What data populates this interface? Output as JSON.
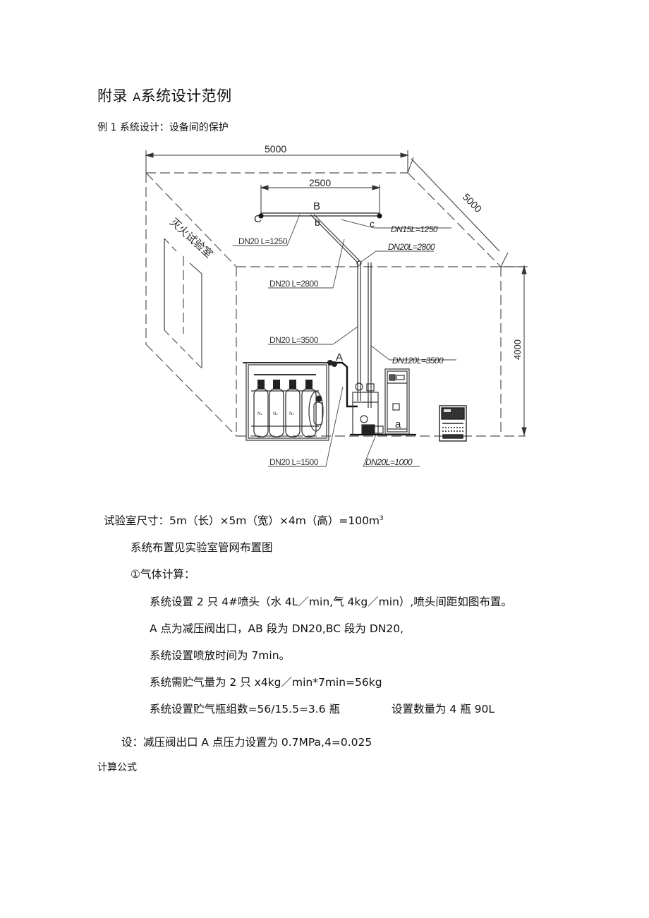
{
  "document": {
    "title_prefix": "附录",
    "title_letter": "A",
    "title_suffix": "系统设计范例",
    "subtitle": "例 1 系统设计：设备间的保护"
  },
  "diagram": {
    "room_label": "灭火试验室",
    "dimensions": {
      "width_top": "5000",
      "depth_right": "5000",
      "height_right": "4000",
      "nozzle_spacing": "2500"
    },
    "points": {
      "B_upper": "B",
      "C_upper": "C",
      "b_lower": "b",
      "c_lower": "c",
      "A": "A",
      "a": "a"
    },
    "pipe_labels": [
      {
        "id": "cb",
        "text": "DN20 L=1250"
      },
      {
        "id": "bc",
        "text": "DN15L=1250"
      },
      {
        "id": "diag-left",
        "text": "DN20 L=2800"
      },
      {
        "id": "diag-right",
        "text": "DN20L=2800"
      },
      {
        "id": "vert-left",
        "text": "DN20 L=3500"
      },
      {
        "id": "vert-right",
        "text": "DN120L=3500"
      },
      {
        "id": "bottom-left",
        "text": "DN20 L=1500"
      },
      {
        "id": "bottom-right",
        "text": "DN20L=1000"
      }
    ],
    "cylinder_label": "N₂"
  },
  "body": {
    "room_size_prefix": "试验室尺寸：5m（长）×5m（宽）×4m（高）=100m",
    "room_size_sup": "3",
    "layout_ref": "系统布置见实验室管网布置图",
    "gas_calc_heading": "①气体计算：",
    "nozzles": "系统设置 2 只 4#喷头（水 4L／min,气 4kg／min）,喷头间距如图布置。",
    "point_a": "A 点为减压阀出口，AB 段为 DN20,BC 段为 DN20,",
    "discharge_time": "系统设置喷放时间为 7min。",
    "gas_storage": "系统需贮气量为 2 只 x4kg／min*7min=56kg",
    "cylinder_count": "系统设置贮气瓶组数=56/15.5=3.6 瓶",
    "cylinder_setting": "设置数量为 4 瓶 90L",
    "assumption": "设：减压阀出口 A 点压力设置为 0.7MPa,4=0.025",
    "formula_heading": "计算公式"
  }
}
